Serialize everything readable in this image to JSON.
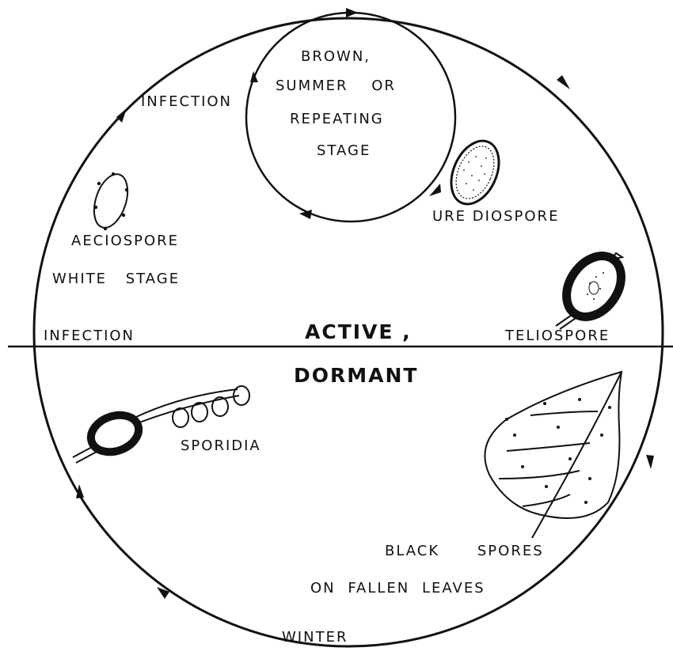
{
  "summer_stage": {
    "line1": "BROWN,",
    "line2": "SUMMER OR",
    "line3": "REPEATING",
    "line4": "STAGE"
  },
  "labels": {
    "infection_top": "INFECTION",
    "aeciospore": "AECIOSPORE",
    "white_stage": "WHITE STAGE",
    "infection_left": "INFECTION",
    "urediospore": "URE DIOSPORE",
    "teliospore": "TELIOSPORE",
    "active": "ACTIVE ,",
    "dormant": "DORMANT",
    "sporidia": "SPORIDIA",
    "black_spores": "BLACK SPORES",
    "on_fallen_leaves": "ON FALLEN LEAVES",
    "winter": "WINTER"
  },
  "colors": {
    "ink": "#111111",
    "background": "#ffffff"
  }
}
